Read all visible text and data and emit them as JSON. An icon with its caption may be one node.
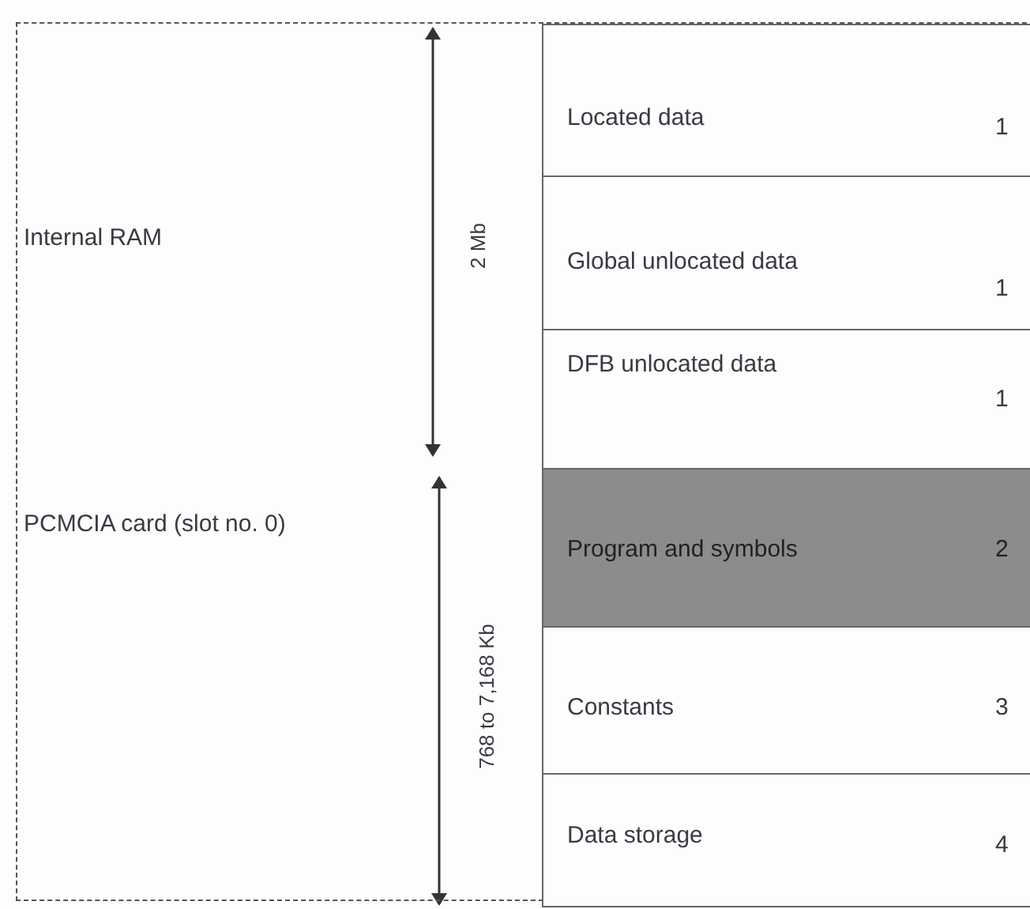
{
  "diagram": {
    "nodes": [
      {
        "text": [
          "Internal RAM",
          "PCMCIA card (slot no. 0)"
        ]
      },
      {
        "text": [
          "Located data",
          "1"
        ],
        "in": 0
      },
      {
        "text": [
          "Global unlocated data",
          "1"
        ],
        "in": 0
      },
      {
        "text": [
          "DFB unlocated data",
          "1"
        ],
        "in": 0
      },
      {
        "text": [
          "Program and symbols",
          "2"
        ],
        "in": 0
      },
      {
        "text": [
          "Constants",
          "3"
        ],
        "in": 0
      },
      {
        "text": [
          "Data storage",
          "4"
        ],
        "in": 0
      }
    ],
    "edges": [],
    "labels": [
      "2 Mb",
      "768 to 7,168 Kb"
    ]
  }
}
